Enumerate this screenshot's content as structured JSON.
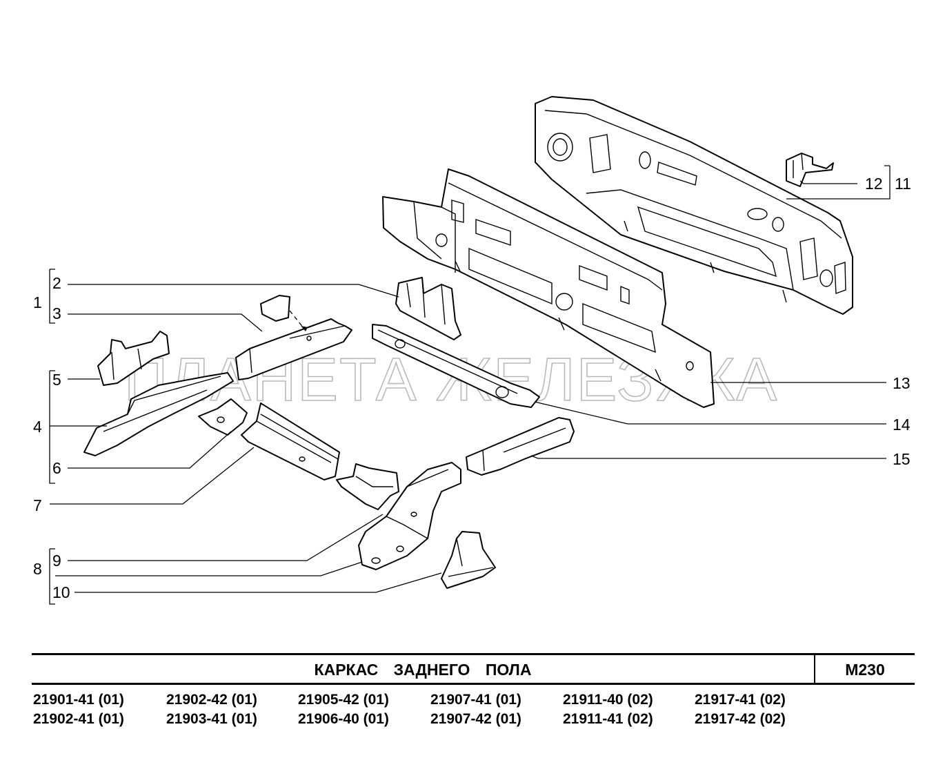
{
  "watermark": "ПЛАНЕТА ЖЕЛЕЗЯКА",
  "title": "КАРКАС ЗАДНЕГО ПОЛА",
  "sheet_code": "М230",
  "callouts": {
    "n1": "1",
    "n2": "2",
    "n3": "3",
    "n4": "4",
    "n5": "5",
    "n6": "6",
    "n7": "7",
    "n8": "8",
    "n9": "9",
    "n10": "10",
    "n11": "11",
    "n12": "12",
    "n13": "13",
    "n14": "14",
    "n15": "15"
  },
  "models": [
    [
      "21901-41 (01)",
      "21902-41 (01)"
    ],
    [
      "21902-42 (01)",
      "21903-41 (01)"
    ],
    [
      "21905-42 (01)",
      "21906-40 (01)"
    ],
    [
      "21907-41 (01)",
      "21907-42 (01)"
    ],
    [
      "21911-40 (02)",
      "21911-41 (02)"
    ],
    [
      "21917-41 (02)",
      "21917-42 (02)"
    ]
  ]
}
